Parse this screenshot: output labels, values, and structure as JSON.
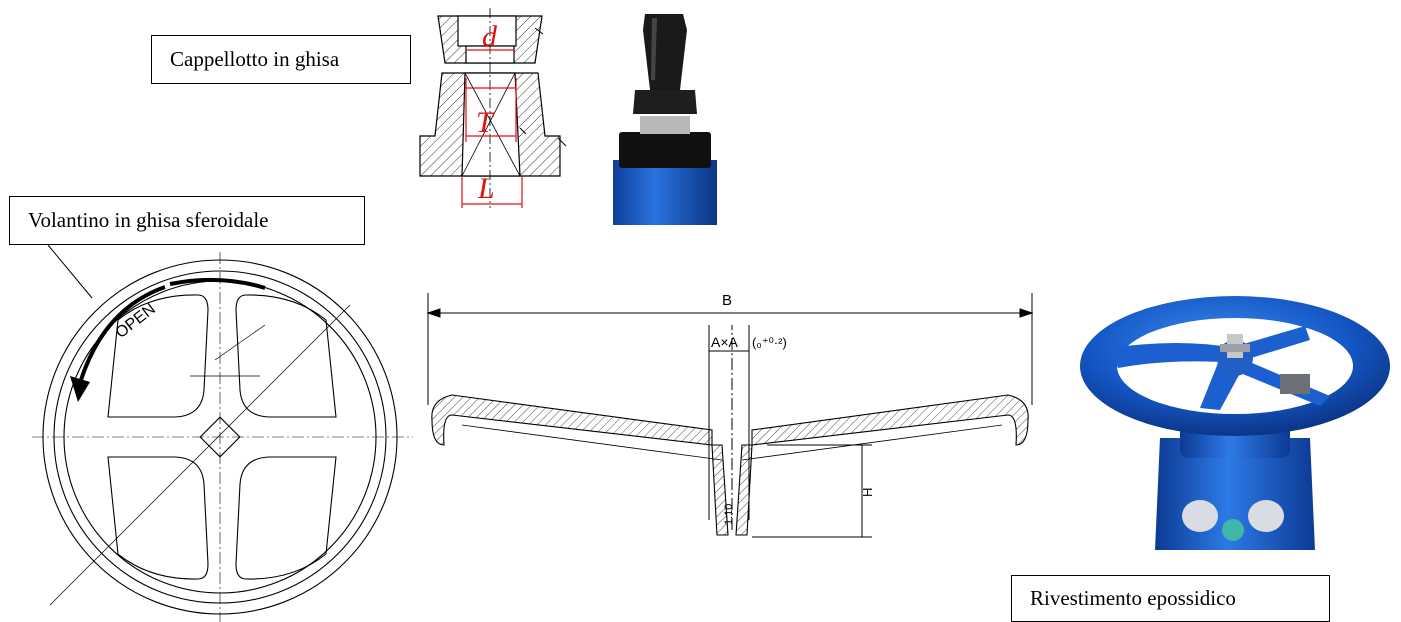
{
  "labels": {
    "cappellotto": "Cappellotto in ghisa",
    "volantino": "Volantino in ghisa sferoidale",
    "rivestimento": "Rivestimento epossidico"
  },
  "cap_drawing": {
    "dim_d": "d",
    "dim_T": "T",
    "dim_L": "L"
  },
  "wheel_plan": {
    "direction_label": "OPEN"
  },
  "wheel_section": {
    "dim_B": "B",
    "dim_square": "A×A",
    "dim_tolerance": "(₀⁺⁰·²)",
    "dim_H": "H",
    "dim_taper": "1:10"
  },
  "colors": {
    "accent_red": "#e01010",
    "valve_blue": "#1f5fc8",
    "line": "#000000"
  }
}
